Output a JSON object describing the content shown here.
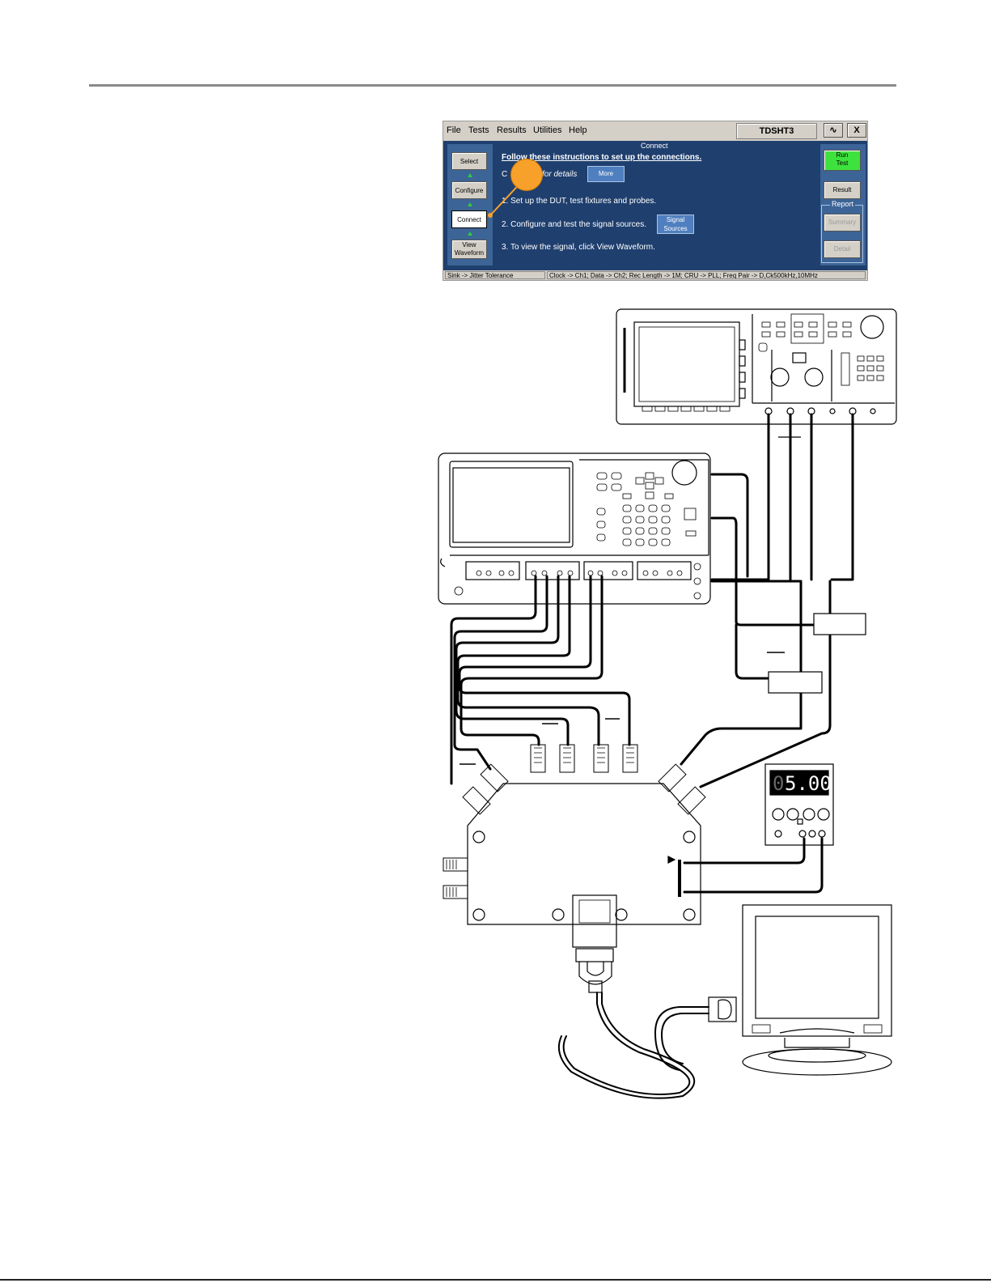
{
  "app": {
    "menu": [
      "File",
      "Tests",
      "Results",
      "Utilities",
      "Help"
    ],
    "instrument_name": "TDSHT3",
    "minimize_glyph": "∿",
    "close_glyph": "X",
    "section_title": "Connect",
    "instruction_heading": "Follow these instructions to set up the connections.",
    "click_prefix": "C",
    "click_suffix": "for details",
    "more_label": "More",
    "steps": [
      "1. Set up the DUT, test fixtures and probes.",
      "2. Configure and test the signal sources.",
      "3. To view the signal, click View Waveform."
    ],
    "signal_sources_label": [
      "Signal",
      "Sources"
    ],
    "nav": {
      "select": "Select",
      "configure": "Configure",
      "connect": "Connect",
      "view_waveform": [
        "View",
        "Waveform"
      ]
    },
    "run_test": [
      "Run",
      "Test"
    ],
    "result": "Result",
    "report_group": "Report",
    "summary": "Summary",
    "detail": "Detail",
    "status_left": "Sink -> Jitter Tolerance",
    "status_right": "Clock -> Ch1; Data -> Ch2; Rec Length -> 1M; CRU -> PLL; Freq Pair -> D,Ck500kHz,10MHz",
    "accent_colors": {
      "panel": "#1f3f6e",
      "run": "#3ee23e",
      "callout": "#f7a12b"
    }
  },
  "power_supply": {
    "display_prefix": "0",
    "display_value": "5.00"
  }
}
